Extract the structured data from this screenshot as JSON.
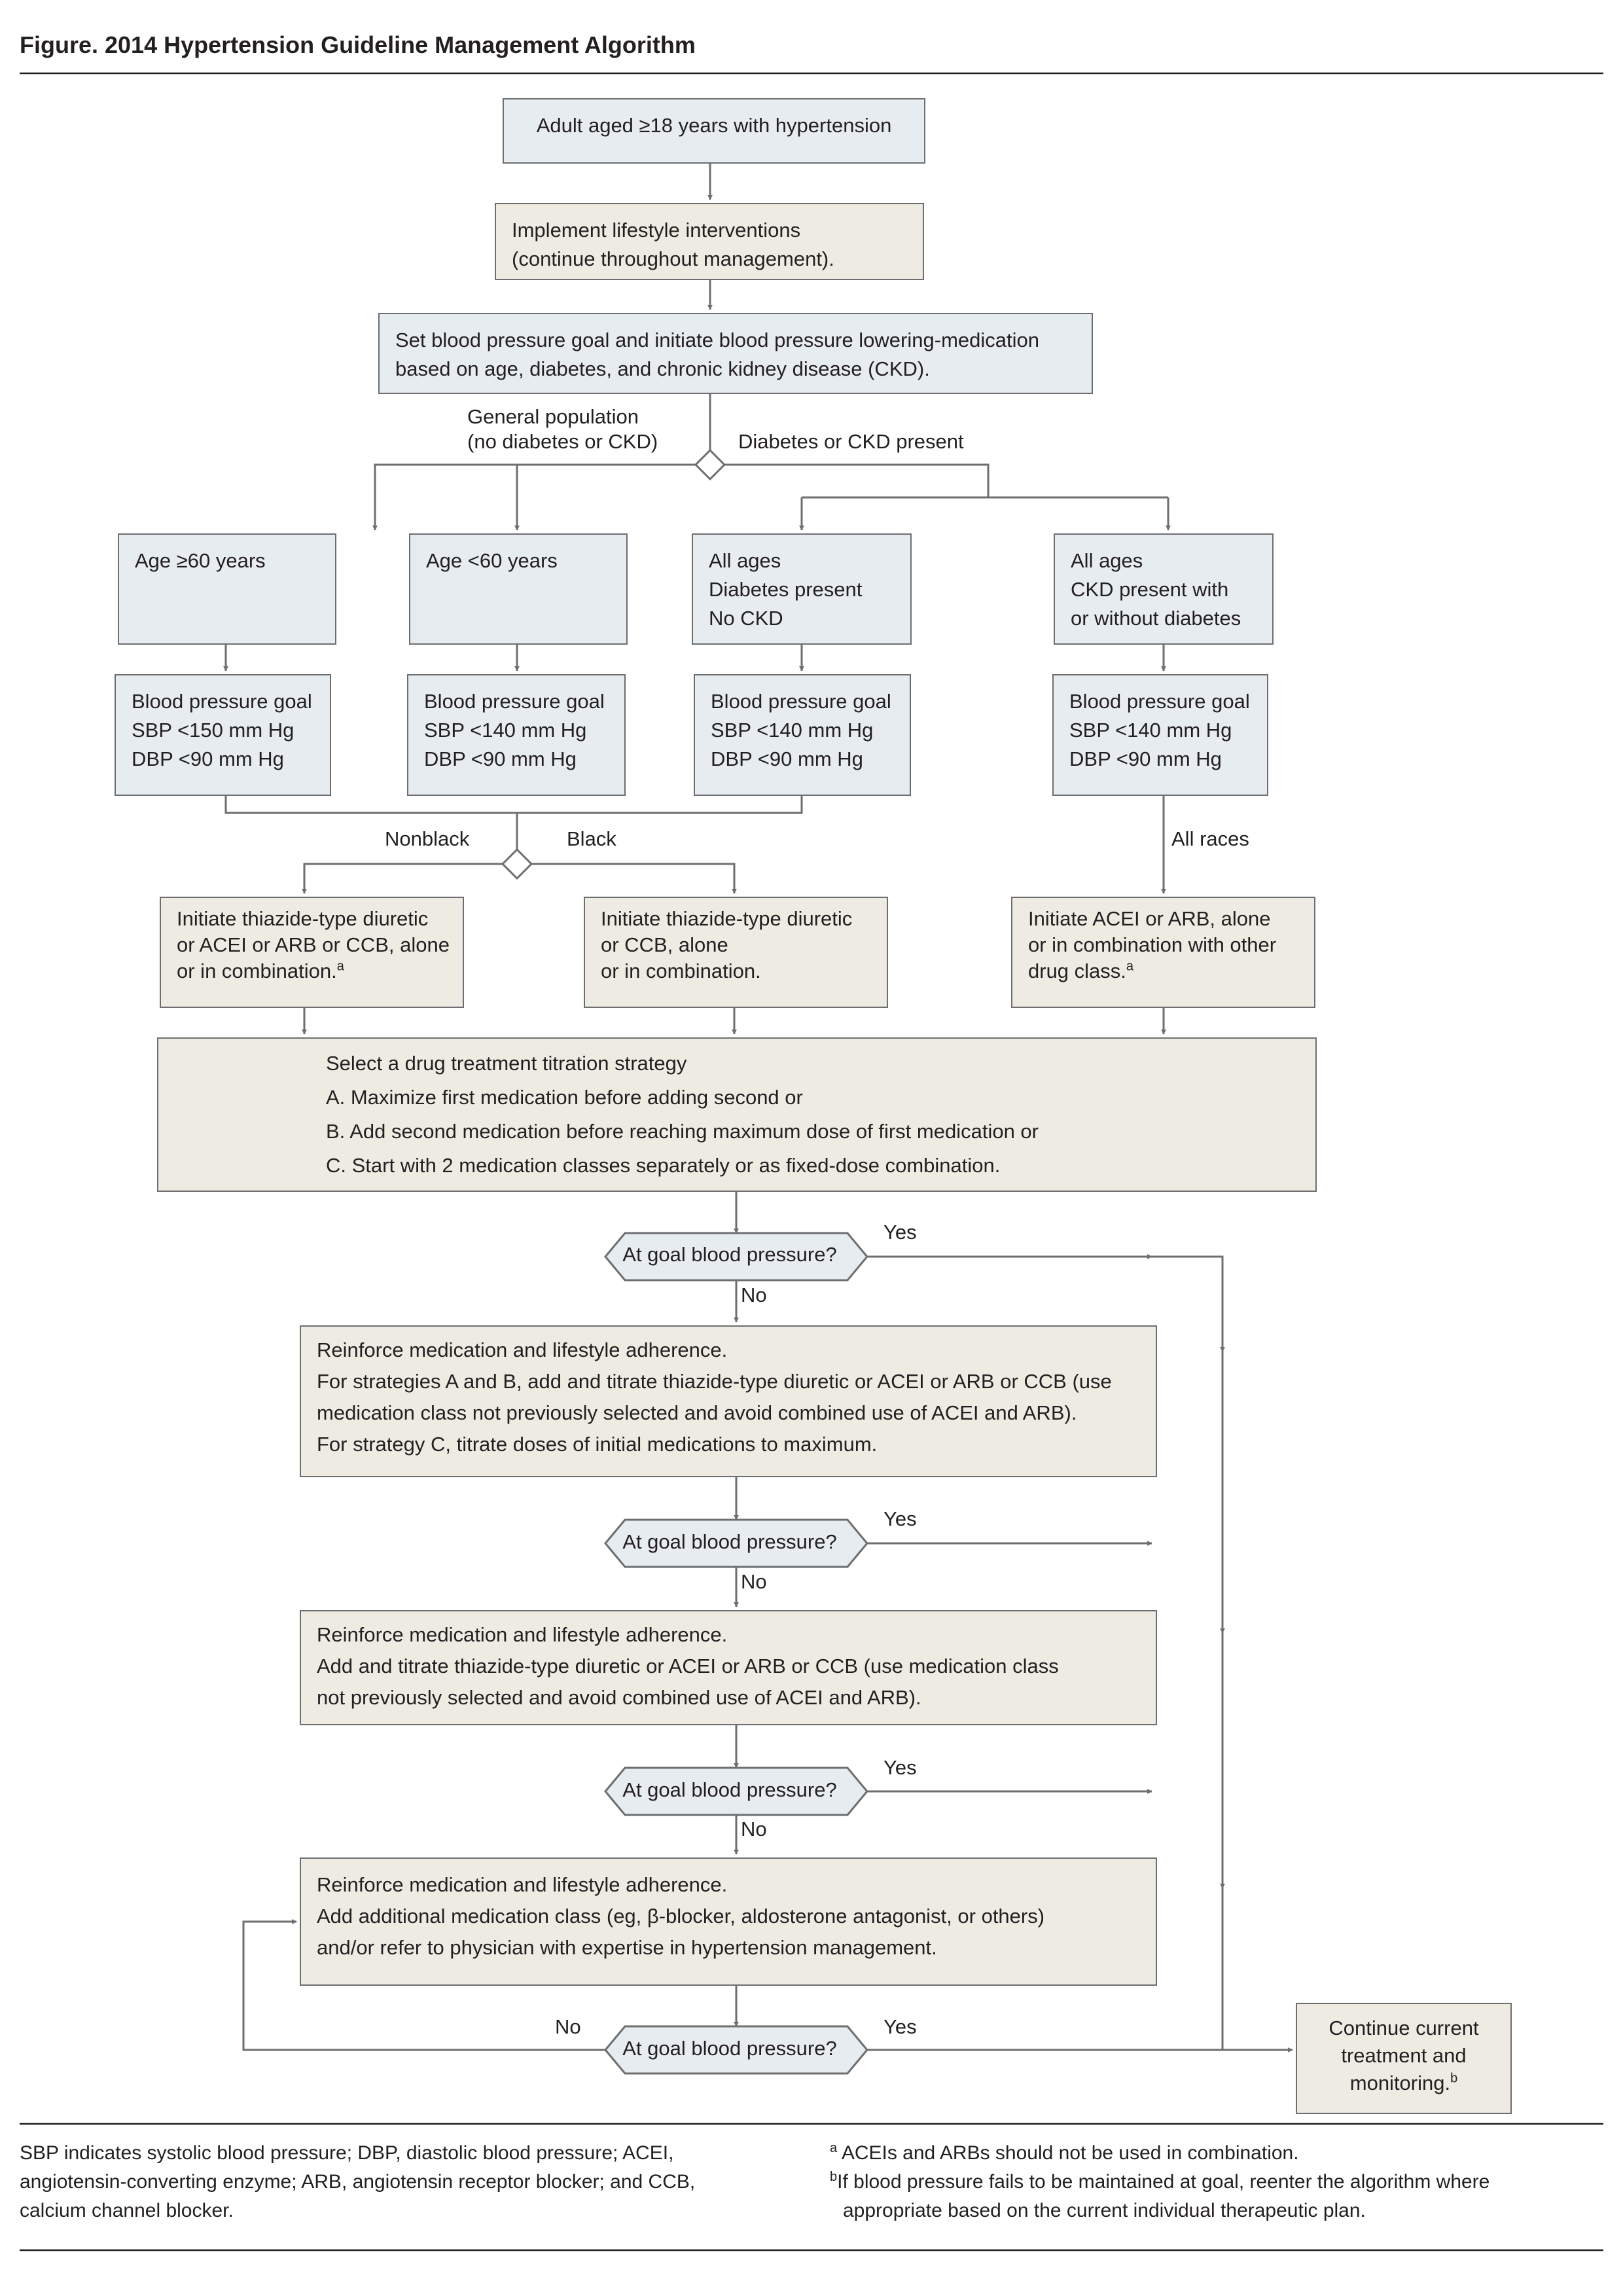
{
  "title": "Figure. 2014 Hypertension Guideline Management Algorithm",
  "nodes": {
    "start": [
      "Adult aged ≥18 years with hypertension"
    ],
    "lifestyle": [
      "Implement lifestyle interventions",
      "(continue throughout management)."
    ],
    "set_goal": [
      "Set blood pressure goal and initiate blood pressure lowering-medication",
      "based on age, diabetes, and chronic kidney disease (CKD)."
    ],
    "age60plus": [
      "Age ≥60 years"
    ],
    "age60minus": [
      "Age <60 years"
    ],
    "diabetes": [
      "All ages",
      "Diabetes present",
      "No CKD"
    ],
    "ckd": [
      "All ages",
      "CKD present with",
      "or without diabetes"
    ],
    "goal_150": [
      "Blood pressure goal",
      "SBP <150 mm Hg",
      "DBP <90 mm Hg"
    ],
    "goal_140a": [
      "Blood pressure goal",
      "SBP <140 mm Hg",
      "DBP <90 mm Hg"
    ],
    "goal_140b": [
      "Blood pressure goal",
      "SBP <140 mm Hg",
      "DBP <90 mm Hg"
    ],
    "goal_140c": [
      "Blood pressure goal",
      "SBP <140 mm Hg",
      "DBP <90 mm Hg"
    ],
    "nonblack_rx": [
      "Initiate thiazide-type diuretic",
      "or ACEI or ARB or CCB, alone",
      "or in combination."
    ],
    "black_rx": [
      "Initiate thiazide-type diuretic",
      "or CCB, alone",
      "or in combination."
    ],
    "ckd_rx": [
      "Initiate ACEI or ARB, alone",
      "or in combination with other",
      "drug class."
    ],
    "strategy": [
      "Select a drug treatment titration strategy",
      "A. Maximize first medication before adding second or",
      "B. Add second medication before reaching maximum dose of first medication or",
      "C. Start with 2 medication classes separately or as fixed-dose combination."
    ],
    "reinforce1": [
      "Reinforce medication and lifestyle adherence.",
      "For strategies A and B, add and titrate thiazide-type diuretic or ACEI or ARB or CCB (use",
      "medication class not previously selected and avoid combined use of ACEI and ARB).",
      "For strategy C, titrate doses of initial medications to maximum."
    ],
    "reinforce2": [
      "Reinforce medication and lifestyle adherence.",
      "Add and titrate thiazide-type diuretic or ACEI or ARB or CCB (use medication class",
      "not previously selected and avoid combined use of ACEI and ARB)."
    ],
    "reinforce3": [
      "Reinforce medication and lifestyle adherence.",
      "Add additional medication class (eg, β-blocker, aldosterone antagonist, or others)",
      "and/or refer to physician with expertise in hypertension management."
    ],
    "continue": [
      "Continue current",
      "treatment and",
      "monitoring."
    ]
  },
  "marks": {
    "nonblack_rx": "a",
    "ckd_rx": "a",
    "continue": "b"
  },
  "decision_text": "At goal blood pressure?",
  "branch_labels": {
    "general": [
      "General population",
      "(no diabetes or CKD)"
    ],
    "diabetes_ckd": "Diabetes or CKD present",
    "nonblack": "Nonblack",
    "black": "Black",
    "all_races": "All races",
    "yes": "Yes",
    "no": "No"
  },
  "footer": {
    "abbreviations": [
      "SBP indicates systolic blood pressure; DBP, diastolic blood pressure; ACEI,",
      "angiotensin-converting enzyme; ARB, angiotensin receptor blocker; and CCB,",
      "calcium channel blocker."
    ],
    "note_a_mark": "a",
    "note_a": "ACEIs and ARBs should not be used in combination.",
    "note_b_mark": "b",
    "note_b": [
      "If blood pressure fails to be maintained at goal, reenter the algorithm where",
      "appropriate based on the current individual therapeutic plan."
    ]
  },
  "colors": {
    "blue_box": "#e6ecf0",
    "tan_box": "#eeebe3",
    "line": "#6d6e71",
    "text": "#231f20"
  }
}
